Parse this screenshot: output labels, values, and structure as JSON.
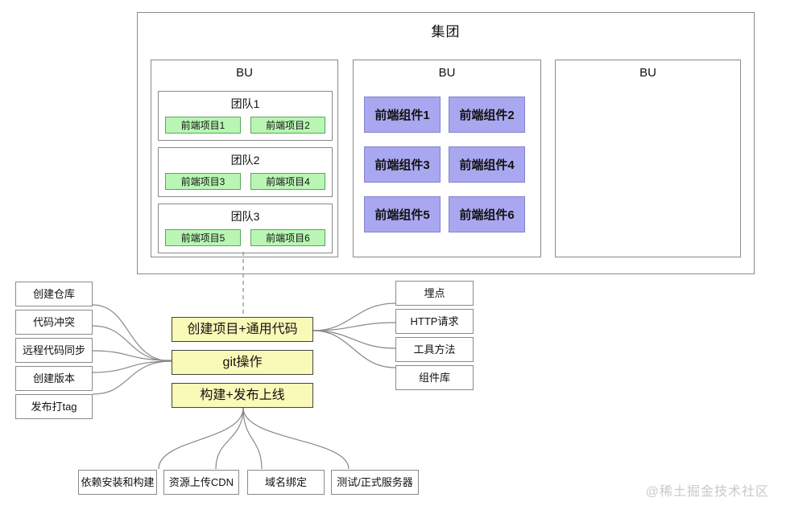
{
  "colors": {
    "outer_border": "#8a8a8a",
    "green_fill": "#b9f6b4",
    "green_border": "#5aa65a",
    "purple_fill": "#a9a7ef",
    "purple_border": "#8583cf",
    "yellow_fill": "#f9f9b8",
    "yellow_border": "#444444",
    "line": "#888888",
    "watermark": "#c9c9c9"
  },
  "org": {
    "group_label": "集团",
    "bus": [
      {
        "label": "BU",
        "teams": [
          {
            "label": "团队1",
            "projects": [
              "前端项目1",
              "前端项目2"
            ]
          },
          {
            "label": "团队2",
            "projects": [
              "前端项目3",
              "前端项目4"
            ]
          },
          {
            "label": "团队3",
            "projects": [
              "前端项目5",
              "前端项目6"
            ]
          }
        ]
      },
      {
        "label": "BU",
        "components": [
          "前端组件1",
          "前端组件2",
          "前端组件3",
          "前端组件4",
          "前端组件5",
          "前端组件6"
        ]
      },
      {
        "label": "BU"
      }
    ]
  },
  "flow": {
    "center_nodes": [
      "创建项目+通用代码",
      "git操作",
      "构建+发布上线"
    ],
    "git_children": [
      "创建仓库",
      "代码冲突",
      "远程代码同步",
      "创建版本",
      "发布打tag"
    ],
    "code_children": [
      "埋点",
      "HTTP请求",
      "工具方法",
      "组件库"
    ],
    "deploy_children": [
      "依赖安装和构建",
      "资源上传CDN",
      "域名绑定",
      "测试/正式服务器"
    ]
  },
  "watermark": {
    "text": "@稀土掘金技术社区"
  }
}
